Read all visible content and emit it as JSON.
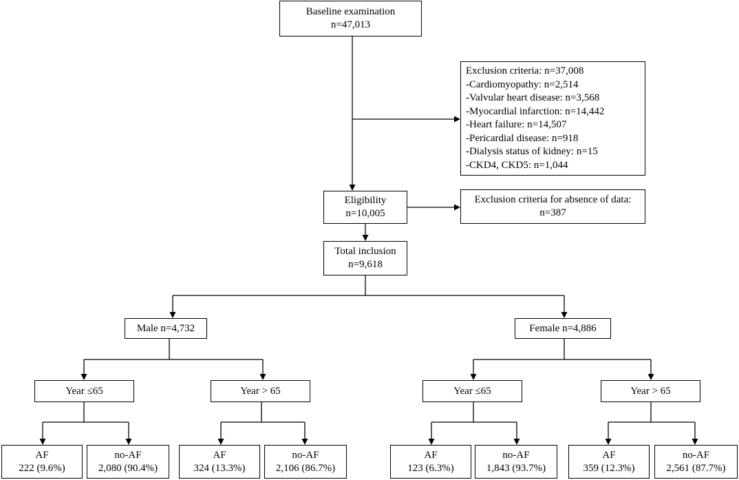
{
  "baseline": {
    "line1": "Baseline examination",
    "line2": "n=47,013"
  },
  "exclusion": {
    "lines": [
      "Exclusion criteria: n=37,008",
      "-Cardiomyopathy: n=2,514",
      "-Valvular heart disease: n=3,568",
      "-Myocardial infarction: n=14,442",
      "-Heart failure: n=14,507",
      "-Pericardial disease: n=918",
      "-Dialysis status of kidney: n=15",
      "-CKD4, CKD5: n=1,044"
    ]
  },
  "eligibility": {
    "line1": "Eligibility",
    "line2": "n=10,005"
  },
  "missing": {
    "text": "Exclusion criteria for absence of data: n=387"
  },
  "total": {
    "line1": "Total inclusion",
    "line2": "n=9,618"
  },
  "male": {
    "label": "Male n=4,732"
  },
  "female": {
    "label": "Female n=4,886"
  },
  "male_le65": {
    "label": "Year ≤65"
  },
  "male_gt65": {
    "label": "Year > 65"
  },
  "female_le65": {
    "label": "Year ≤65"
  },
  "female_gt65": {
    "label": "Year > 65"
  },
  "m_le_af": {
    "line1": "AF",
    "line2": "222 (9.6%)"
  },
  "m_le_noaf": {
    "line1": "no-AF",
    "line2": "2,080 (90.4%)"
  },
  "m_gt_af": {
    "line1": "AF",
    "line2": "324 (13.3%)"
  },
  "m_gt_noaf": {
    "line1": "no-AF",
    "line2": "2,106 (86.7%)"
  },
  "f_le_af": {
    "line1": "AF",
    "line2": "123 (6.3%)"
  },
  "f_le_noaf": {
    "line1": "no-AF",
    "line2": "1,843 (93.7%)"
  },
  "f_gt_af": {
    "line1": "AF",
    "line2": "359 (12.3%)"
  },
  "f_gt_noaf": {
    "line1": "no-AF",
    "line2": "2,561 (87.7%)"
  }
}
